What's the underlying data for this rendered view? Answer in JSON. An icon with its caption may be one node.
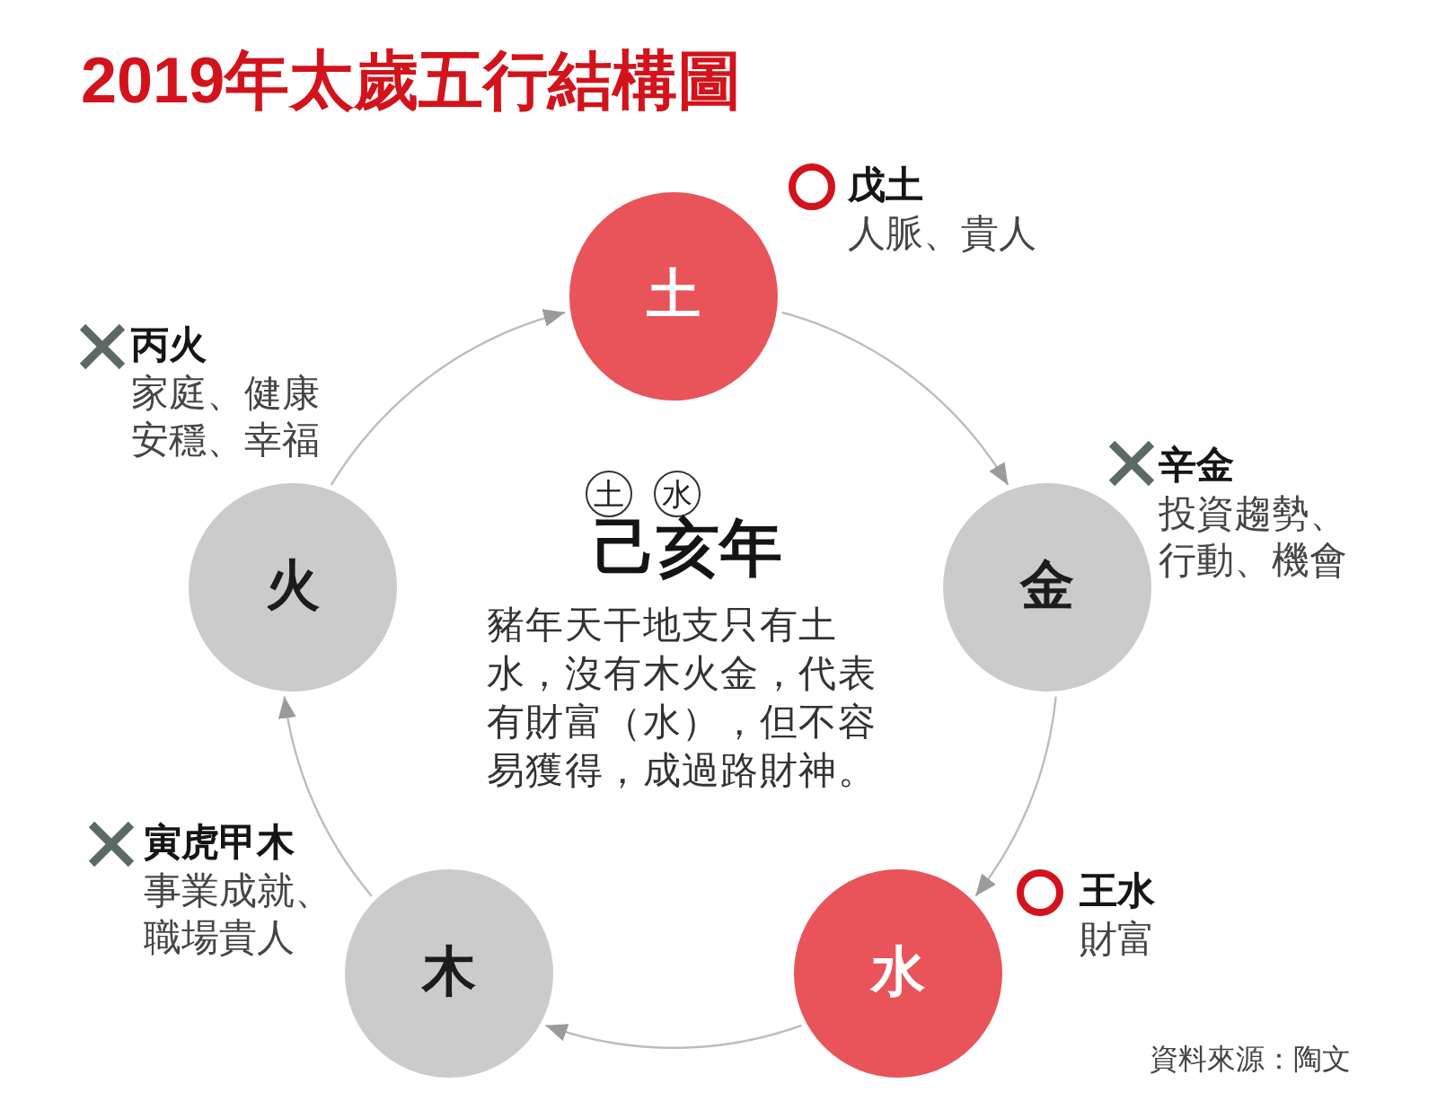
{
  "diagram": {
    "title": "2019年太歲五行結構圖",
    "nodes": [
      {
        "text": [
          "土"
        ],
        "beside": [
          "戊土",
          "人脈、貴人"
        ]
      },
      {
        "text": [
          "火"
        ],
        "beside": [
          "丙火",
          "家庭、健康安穩、幸福"
        ]
      },
      {
        "text": [
          "土"
        ]
      },
      {
        "text": [
          "水"
        ]
      },
      {
        "text": [
          "金"
        ],
        "beside": [
          "辛金",
          "投資趨勢、行動、機會"
        ]
      },
      {
        "text": [
          "木"
        ],
        "beside": [
          "寅虎甲木",
          "事業成就、職場貴人"
        ]
      },
      {
        "text": [
          "水"
        ],
        "beside": [
          "王水",
          "財富"
        ]
      }
    ],
    "edges": [
      {
        "from": 1,
        "to": 0,
        "arrow": "to"
      },
      {
        "from": 0,
        "to": 4,
        "arrow": "to"
      },
      {
        "from": 4,
        "to": 6,
        "arrow": "to"
      },
      {
        "from": 6,
        "to": 5,
        "arrow": "to"
      },
      {
        "from": 5,
        "to": 1,
        "arrow": "to"
      }
    ],
    "labels": [
      "己亥年",
      "豬年天干地支只有土水，沒有木火金，代表有財富（水），但不容易獲得，成過路財神。",
      "資料來源：陶文"
    ]
  }
}
